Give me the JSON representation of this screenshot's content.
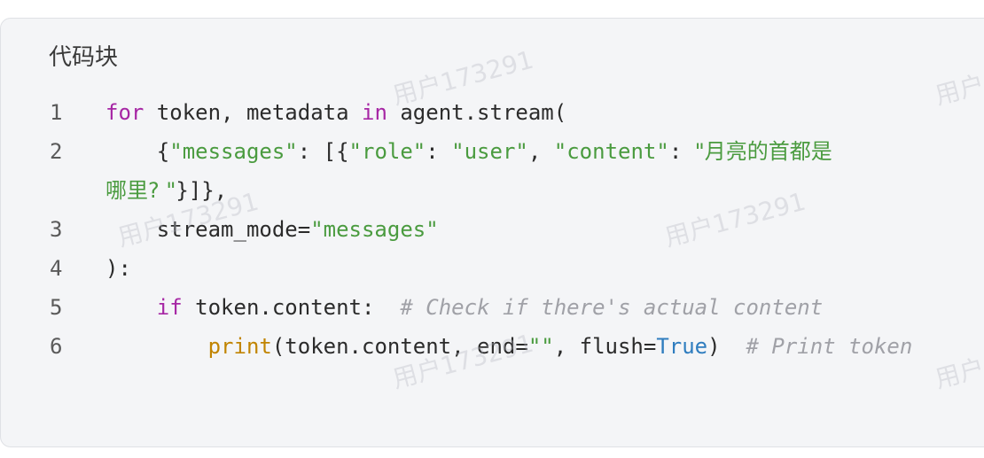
{
  "title": "代码块",
  "watermark": "用户173291",
  "lines": [
    {
      "num": "1"
    },
    {
      "num": "2"
    },
    {
      "num": "3"
    },
    {
      "num": "4"
    },
    {
      "num": "5"
    },
    {
      "num": "6"
    }
  ],
  "tokens": {
    "l1_for": "for",
    "l1_a": " token, metadata ",
    "l1_in": "in",
    "l1_b": " agent.stream(",
    "l2_a": "    {",
    "l2_s1": "\"messages\"",
    "l2_b": ": [{",
    "l2_s2": "\"role\"",
    "l2_c": ": ",
    "l2_s3": "\"user\"",
    "l2_d": ", ",
    "l2_s4": "\"content\"",
    "l2_e": ": ",
    "l2_s5": "\"月亮的首都是",
    "l2_s6": "哪里? \"",
    "l2_f": "}]},",
    "l3_a": "    stream_mode=",
    "l3_s": "\"messages\"",
    "l4_a": "):",
    "l5_a": "    ",
    "l5_if": "if",
    "l5_b": " token.content:  ",
    "l5_cm": "# Check if there's actual content",
    "l6_a": "        ",
    "l6_fn": "print",
    "l6_b": "(token.content, end=",
    "l6_s": "\"\"",
    "l6_c": ", flush=",
    "l6_true": "True",
    "l6_d": ")  ",
    "l6_cm": "# Print token"
  },
  "colors": {
    "keyword": "#a626a4",
    "string": "#4a9b3f",
    "function": "#c18401",
    "boolean": "#2f7dbf",
    "comment": "#a0a1a7",
    "background": "#f4f5f7"
  }
}
